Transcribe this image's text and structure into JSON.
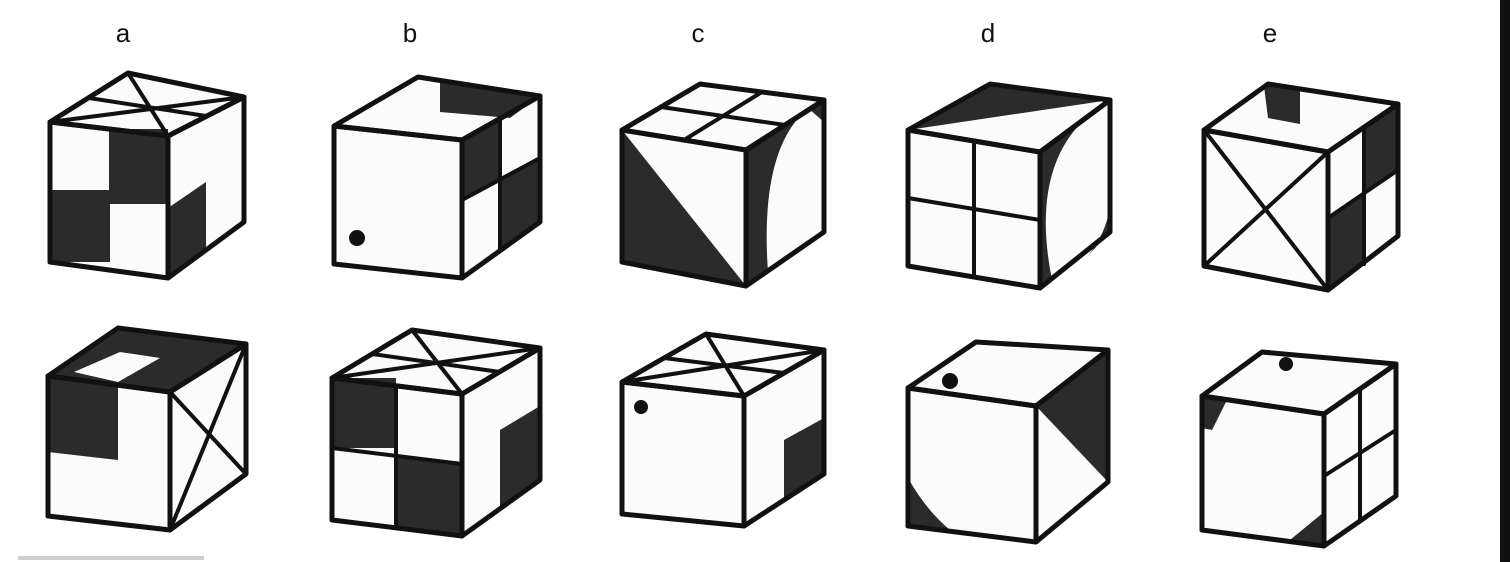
{
  "figure": {
    "columns": [
      {
        "label": "a"
      },
      {
        "label": "b"
      },
      {
        "label": "c"
      },
      {
        "label": "d"
      },
      {
        "label": "e"
      }
    ]
  },
  "colors": {
    "ink": "#111111",
    "shade": "#2b2b2b",
    "paper": "#ffffff"
  }
}
